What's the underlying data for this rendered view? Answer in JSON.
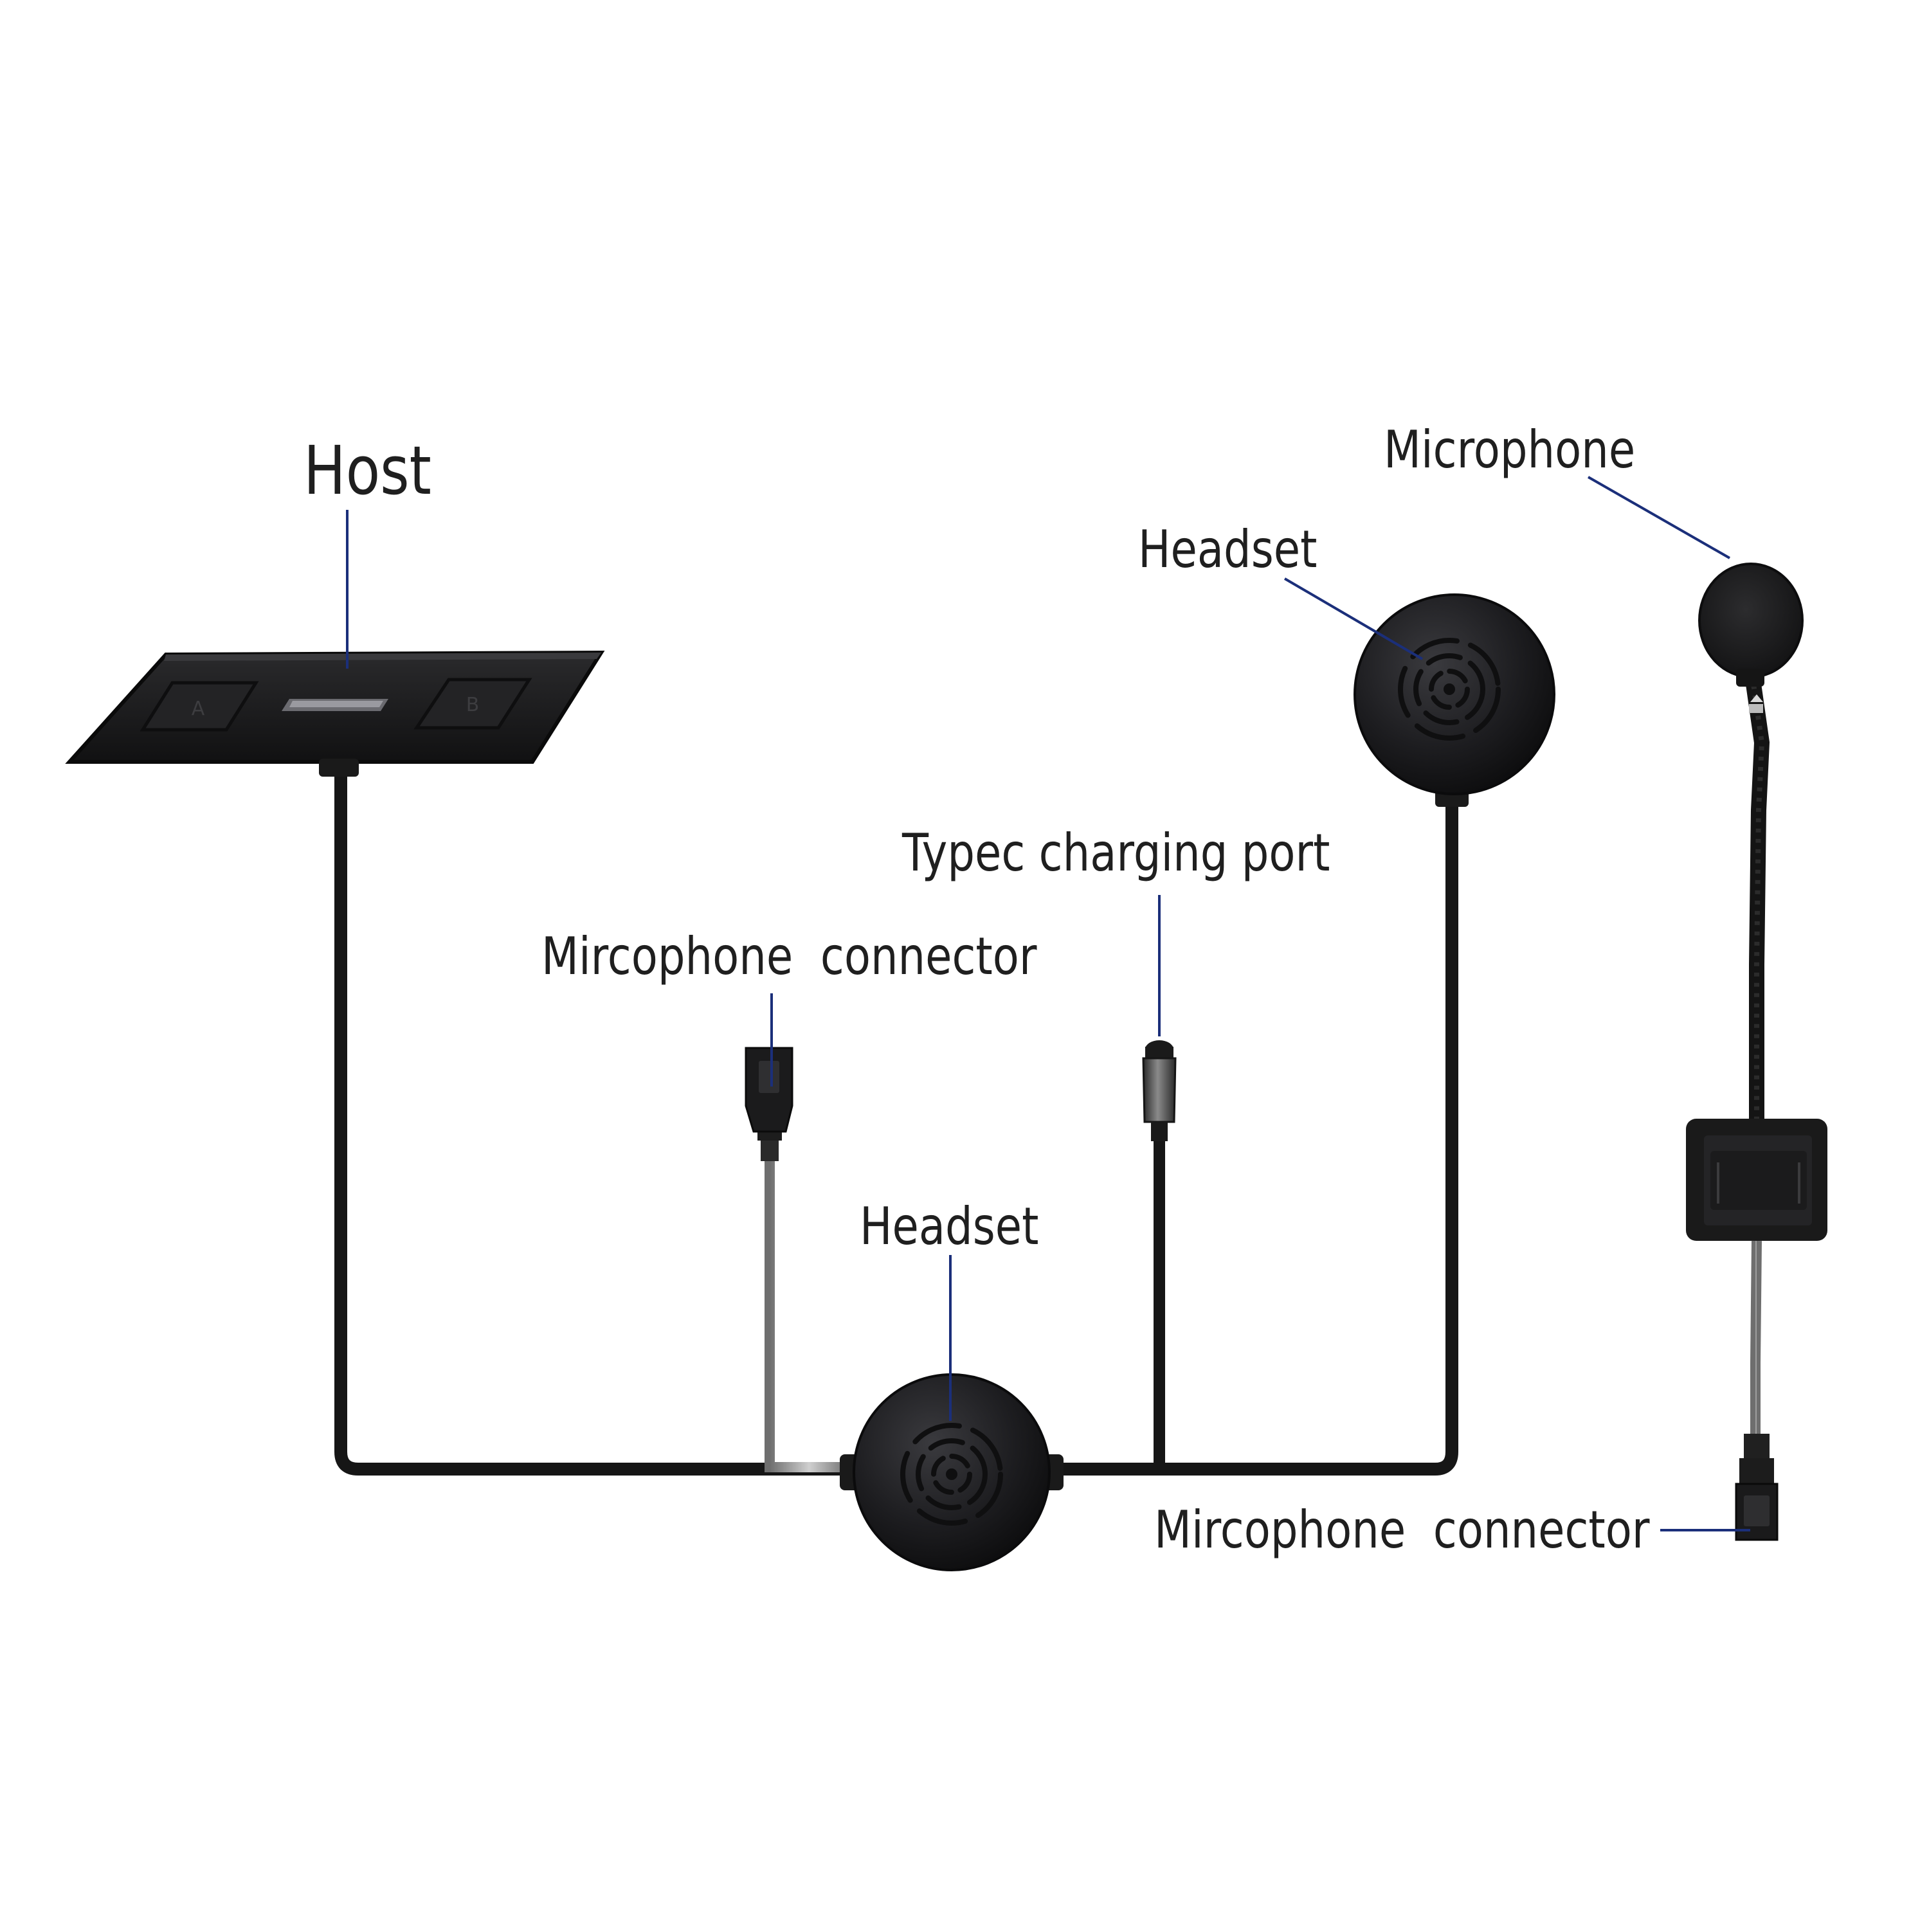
{
  "labels": {
    "host": "Host",
    "microphone": "Microphone",
    "headset_top": "Headset",
    "typec_port": "Typec charging port",
    "mic_connector_left": "Mircophone  connector",
    "headset_center": "Headset",
    "mic_connector_right": "Mircophone  connector"
  },
  "host_buttons": {
    "left": "A",
    "right": "B"
  },
  "colors": {
    "background": "#ffffff",
    "device": "#1c1c1e",
    "cable": "#161616",
    "leader_line": "#1b2f7a",
    "text": "#1f1f1f",
    "metal": "#9a9a9a"
  }
}
